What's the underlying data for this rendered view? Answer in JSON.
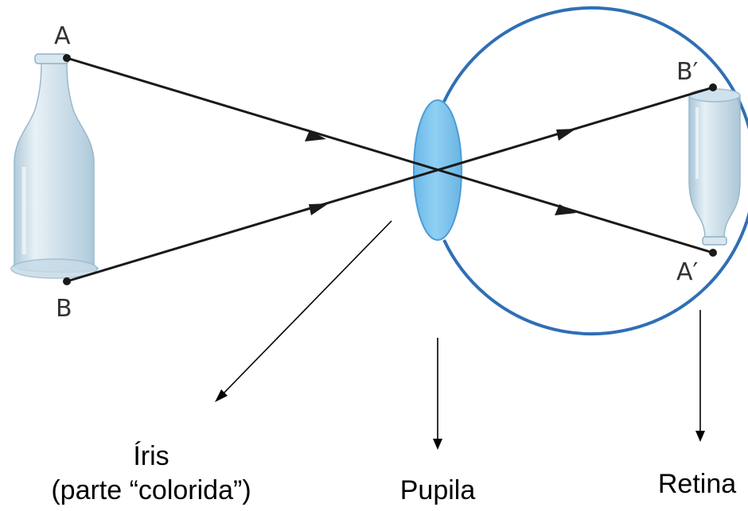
{
  "points": {
    "a": "A",
    "b": "B",
    "a_prime": "A′",
    "b_prime": "B′"
  },
  "captions": {
    "iris_line1": "Íris",
    "iris_line2": "(parte “colorida”)",
    "pupil": "Pupila",
    "retina": "Retina"
  },
  "colors": {
    "eye_outline": "#2f6fb4",
    "lens_fill": "#7cc3ee",
    "lens_stroke": "#4a9ed6",
    "bottle_glass": "#c9dde9",
    "ray": "#1a1a1a"
  }
}
